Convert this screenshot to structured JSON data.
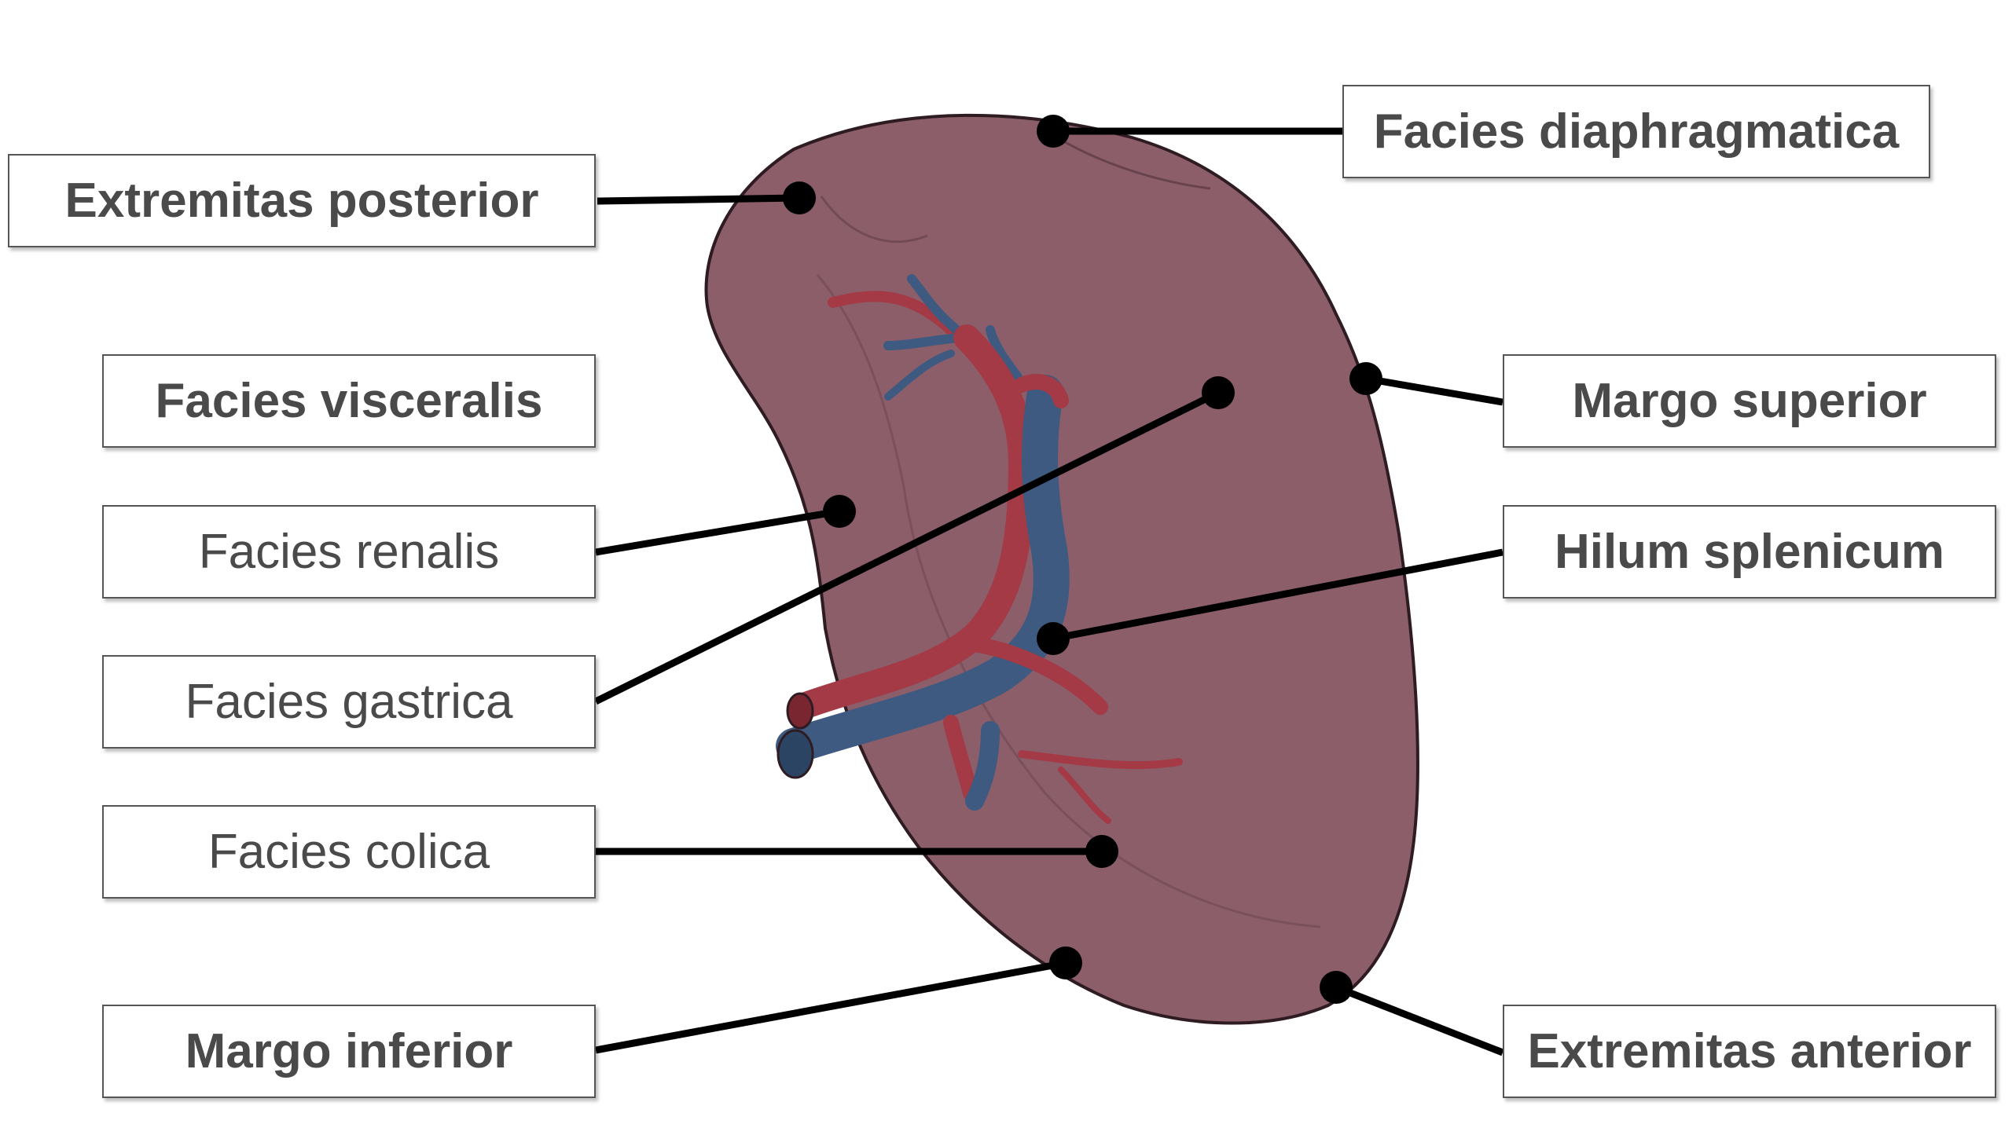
{
  "colors": {
    "organ_fill": "#8b5e6a",
    "organ_outline": "#2e1c22",
    "artery": "#a33a45",
    "vein": "#3e5a80",
    "leader_line": "#000000",
    "box_border": "#555555",
    "label_text": "#4a4a4a"
  },
  "labels": {
    "extremitas_posterior": "Extremitas posterior",
    "facies_diaphragmatica": "Facies diaphragmatica",
    "facies_visceralis": "Facies visceralis",
    "margo_superior": "Margo superior",
    "facies_renalis": "Facies renalis",
    "hilum_splenicum": "Hilum splenicum",
    "facies_gastrica": "Facies gastrica",
    "facies_colica": "Facies colica",
    "margo_inferior": "Margo inferior",
    "extremitas_anterior": "Extremitas anterior"
  }
}
